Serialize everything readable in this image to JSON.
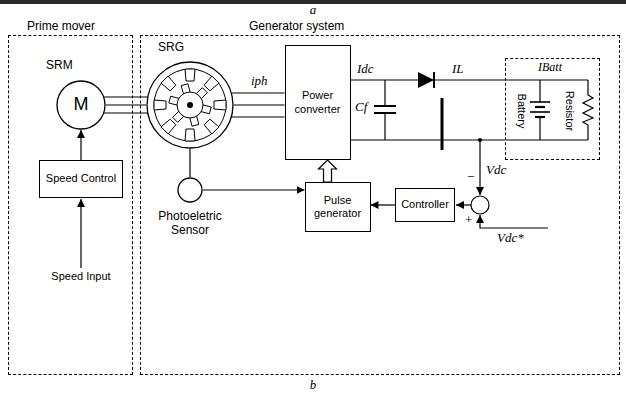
{
  "diagram": {
    "nodes": [
      {
        "text": [
          "Prime mover"
        ]
      },
      {
        "text": [
          "SRM",
          "M"
        ],
        "in": 0
      },
      {
        "text": [
          "Speed Control"
        ],
        "in": 0
      },
      {
        "text": [
          "Generator system"
        ]
      },
      {
        "text": [
          "SRG"
        ],
        "in": 3
      },
      {
        "text": [
          "Power converter"
        ],
        "in": 3
      },
      {
        "text": [
          "Battery",
          "Resistor"
        ],
        "in": 3
      },
      {
        "text": [
          "Photoeletric Sensor"
        ],
        "in": 3
      },
      {
        "text": [
          "Pulse generator"
        ],
        "in": 3
      },
      {
        "text": [
          "Controller"
        ],
        "in": 3
      }
    ],
    "edges": [
      {
        "from": 2,
        "to": 1,
        "arrow": "to"
      },
      {
        "from": 1,
        "to": 4,
        "arrow": "none"
      },
      {
        "from": 4,
        "to": 5,
        "arrow": "none",
        "label": "iph"
      },
      {
        "from": 4,
        "to": 7,
        "arrow": "none"
      },
      {
        "from": 7,
        "to": 8,
        "arrow": "to"
      },
      {
        "from": 8,
        "to": 5,
        "arrow": "to"
      },
      {
        "from": 9,
        "to": 8,
        "arrow": "to"
      },
      {
        "from": 5,
        "to": 6,
        "arrow": "none"
      },
      {
        "from": 5,
        "to": 6,
        "arrow": "none"
      }
    ],
    "labels": [
      "a",
      "Idc",
      "Cf",
      "IL",
      "IBatt",
      "−",
      "Vdc",
      "+",
      "Vdc*",
      "Speed Input",
      "b"
    ]
  }
}
